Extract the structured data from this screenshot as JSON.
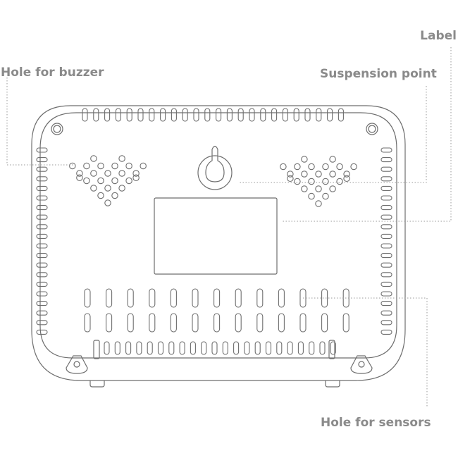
{
  "callouts": {
    "buzzer": "Hole for buzzer",
    "suspension": "Suspension point",
    "label": "Label",
    "sensors": "Hole for sensors"
  },
  "colors": {
    "outline": "#6e6e6e",
    "leader": "#9a9a9a",
    "text": "#8a8a8a",
    "background": "#ffffff"
  }
}
